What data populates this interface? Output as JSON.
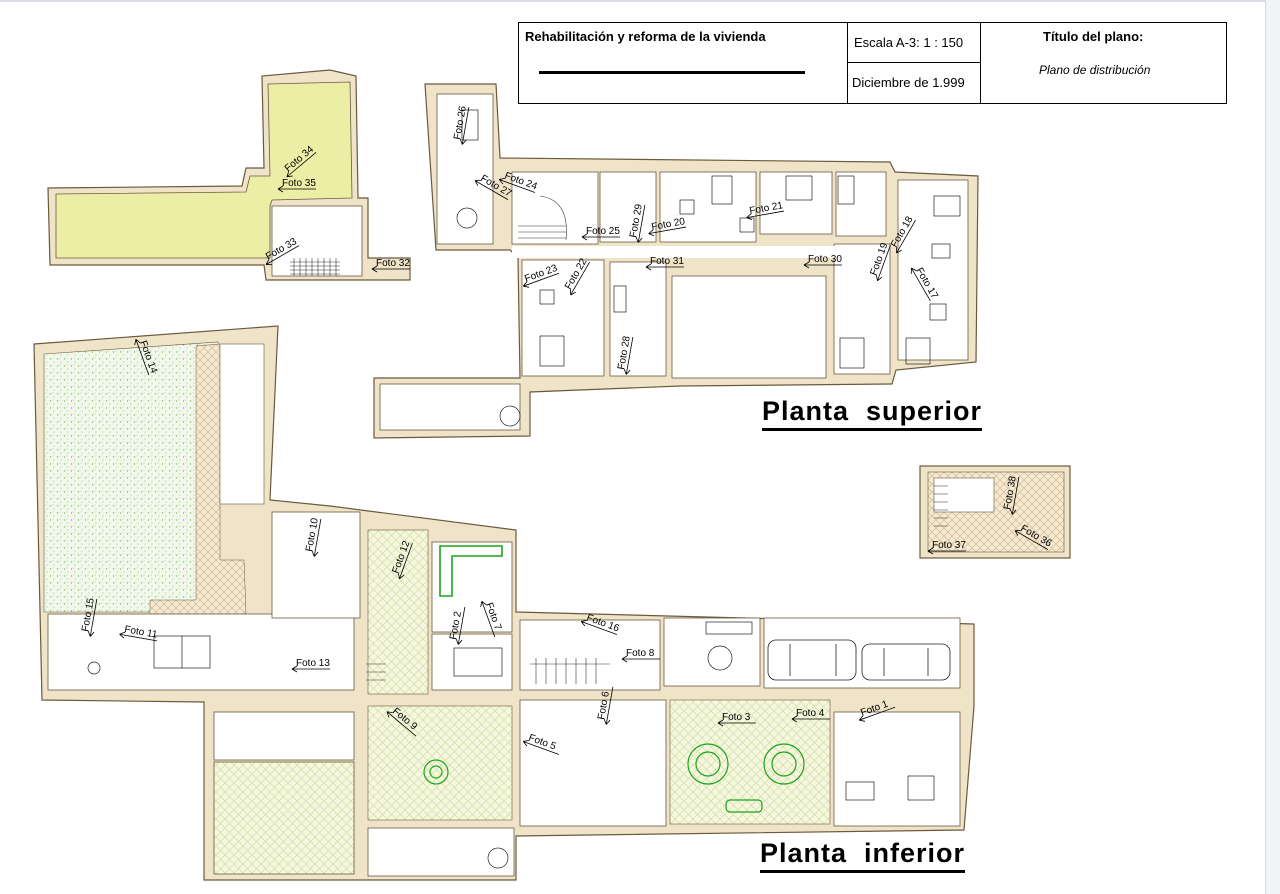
{
  "title_block": {
    "project": "Rehabilitación y reforma de la vivienda",
    "scale": "Escala A-3: 1 : 150",
    "date": "Diciembre de 1.999",
    "plan_title_label": "Título del plano:",
    "plan_title": "Plano de distribución"
  },
  "labels": {
    "upper": "Planta  superior",
    "lower": "Planta  inferior"
  },
  "colors": {
    "wall_fill": "#efe3c8",
    "wall_stroke": "#6b5a3e",
    "terrace_yellow": "#eef0a6",
    "garden_green": "#8fc56b",
    "patio_hatch": "#d9e69a",
    "furniture_green": "#1aa51a"
  },
  "fotos": [
    {
      "id": "f1",
      "label": "Foto 1"
    },
    {
      "id": "f2",
      "label": "Foto 2"
    },
    {
      "id": "f3",
      "label": "Foto 3"
    },
    {
      "id": "f4",
      "label": "Foto 4"
    },
    {
      "id": "f5",
      "label": "Foto 5"
    },
    {
      "id": "f6",
      "label": "Foto 6"
    },
    {
      "id": "f7",
      "label": "Foto 7"
    },
    {
      "id": "f8",
      "label": "Foto 8"
    },
    {
      "id": "f9",
      "label": "Foto 9"
    },
    {
      "id": "f10",
      "label": "Foto 10"
    },
    {
      "id": "f11",
      "label": "Foto 11"
    },
    {
      "id": "f12",
      "label": "Foto 12"
    },
    {
      "id": "f13",
      "label": "Foto 13"
    },
    {
      "id": "f14",
      "label": "Foto 14"
    },
    {
      "id": "f15",
      "label": "Foto 15"
    },
    {
      "id": "f16",
      "label": "Foto 16"
    },
    {
      "id": "f17",
      "label": "Foto 17"
    },
    {
      "id": "f18",
      "label": "Foto 18"
    },
    {
      "id": "f19",
      "label": "Foto 19"
    },
    {
      "id": "f20",
      "label": "Foto 20"
    },
    {
      "id": "f21",
      "label": "Foto 21"
    },
    {
      "id": "f22",
      "label": "Foto 22"
    },
    {
      "id": "f23",
      "label": "Foto 23"
    },
    {
      "id": "f24",
      "label": "Foto 24"
    },
    {
      "id": "f25",
      "label": "Foto 25"
    },
    {
      "id": "f26",
      "label": "Foto 26"
    },
    {
      "id": "f27",
      "label": "Foto 27"
    },
    {
      "id": "f28",
      "label": "Foto 28"
    },
    {
      "id": "f29",
      "label": "Foto 29"
    },
    {
      "id": "f30",
      "label": "Foto 30"
    },
    {
      "id": "f31",
      "label": "Foto 31"
    },
    {
      "id": "f32",
      "label": "Foto 32"
    },
    {
      "id": "f33",
      "label": "Foto 33"
    },
    {
      "id": "f34",
      "label": "Foto 34"
    },
    {
      "id": "f35",
      "label": "Foto 35"
    },
    {
      "id": "f36",
      "label": "Foto 36"
    },
    {
      "id": "f37",
      "label": "Foto 37"
    },
    {
      "id": "f38",
      "label": "Foto 38"
    }
  ]
}
